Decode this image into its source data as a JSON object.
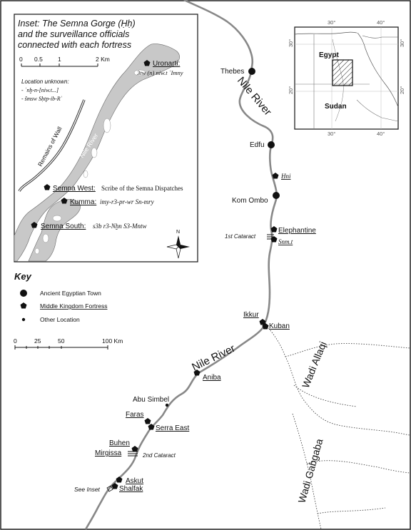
{
  "inset": {
    "title_lines": [
      "Inset: The Semna Gorge (Ḥḥ)",
      "and the surveillance officials",
      "connected with each fortress"
    ],
    "scale_ticks": [
      "0",
      "0.5",
      "1",
      "2 Km"
    ],
    "unknown_heading": "Location unknown:",
    "unknown_items": [
      "- ʿnḫ-n-[niw.t...]",
      "- šmsw Sḥtp-ib-Rʿ"
    ],
    "wall_label": "Remains of Wall",
    "river_label": "Nile River",
    "sites": [
      {
        "name": "Uronarti:",
        "official": "3tw (n) niw.t ʿImny"
      },
      {
        "name": "Semna West:",
        "official": "Scribe of the Semna Dispatches"
      },
      {
        "name": "Kumma:",
        "official": "imy-r3-pr-wr Sn-mry"
      },
      {
        "name": "Semna South:",
        "official": "s3b r3-Nḫn S3-Mntw"
      }
    ],
    "north": "N"
  },
  "locator": {
    "country1": "Egypt",
    "country2": "Sudan",
    "lat_labels": [
      "30°",
      "20°"
    ],
    "lon_labels": [
      "30°",
      "40°"
    ]
  },
  "key": {
    "title": "Key",
    "items": [
      "Ancient Egyptian Town",
      "Middle Kingdom Fortress",
      "Other Location"
    ],
    "scale_ticks": [
      "0",
      "25",
      "50",
      "100 Km"
    ]
  },
  "places": {
    "thebes": "Thebes",
    "edfu": "Edfu",
    "hni": "Ḥni",
    "kom_ombo": "Kom Ombo",
    "first_cataract": "1st Cataract",
    "elephantine": "Elephantine",
    "snmt": "Snm.t",
    "ikkur": "Ikkur",
    "kuban": "Kuban",
    "aniba": "Aniba",
    "abu_simbel": "Abu Simbel",
    "faras": "Faras",
    "serra_east": "Serra East",
    "buhen": "Buhen",
    "mirgissa": "Mirgissa",
    "second_cataract": "2nd Cataract",
    "askut": "Askut",
    "shalfak": "Shalfak",
    "see_inset": "See Inset"
  },
  "rivers": {
    "nile_upper": "Nile River",
    "nile_lower": "Nile River"
  },
  "wadis": {
    "allaqi": "Wadi Allaqi",
    "gabgaba": "Wadi Gabgaba"
  }
}
